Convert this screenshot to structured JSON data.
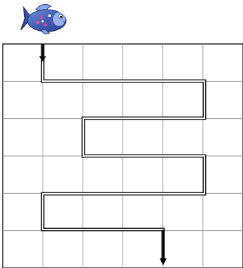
{
  "figure": {
    "fish_icon": "rainbow-fish-icon",
    "grid": {
      "columns": 6,
      "rows": 6
    },
    "path_cells": [
      [
        1,
        0
      ],
      [
        1,
        1
      ],
      [
        2,
        1
      ],
      [
        3,
        1
      ],
      [
        4,
        1
      ],
      [
        5,
        1
      ],
      [
        5,
        2
      ],
      [
        4,
        2
      ],
      [
        3,
        2
      ],
      [
        2,
        2
      ],
      [
        2,
        3
      ],
      [
        3,
        3
      ],
      [
        4,
        3
      ],
      [
        5,
        3
      ],
      [
        5,
        4
      ],
      [
        4,
        4
      ],
      [
        3,
        4
      ],
      [
        2,
        4
      ],
      [
        1,
        4
      ],
      [
        1,
        5
      ],
      [
        2,
        5
      ],
      [
        3,
        5
      ],
      [
        4,
        5
      ]
    ],
    "start_arrow": "down",
    "end_arrow": "down"
  }
}
